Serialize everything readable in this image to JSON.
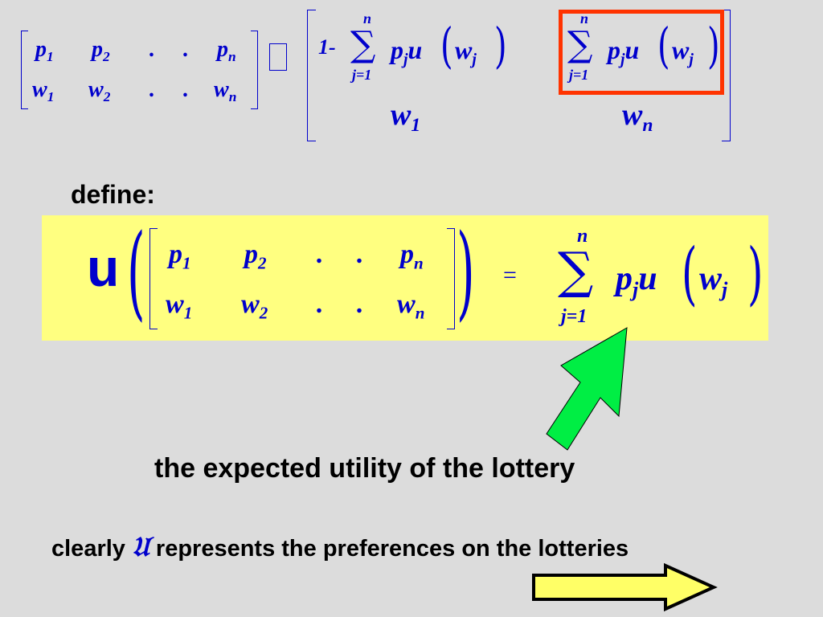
{
  "top_matrix": {
    "row1": [
      "p",
      "1",
      "p",
      "2",
      ".",
      ".",
      "p",
      "n"
    ],
    "row2": [
      "w",
      "1",
      "w",
      "2",
      ".",
      ".",
      "w",
      "n"
    ]
  },
  "top_result": {
    "left_prefix": "1-",
    "sum_upper": "n",
    "sum_lower": "j=1",
    "term_p": "p",
    "term_j": "j",
    "term_u": "u",
    "term_w": "w",
    "bottom_left": "w",
    "bottom_left_sub": "1",
    "bottom_right": "w",
    "bottom_right_sub": "n"
  },
  "define_label": "define:",
  "definition": {
    "func": "u",
    "matrix_row1": [
      "p",
      "1",
      "p",
      "2",
      ".",
      ".",
      "p",
      "n"
    ],
    "matrix_row2": [
      "w",
      "1",
      "w",
      "2",
      ".",
      ".",
      "w",
      "n"
    ],
    "equals": "=",
    "sum_upper": "n",
    "sum_lower": "j=1",
    "term_p": "p",
    "term_j": "j",
    "term_u": "u",
    "term_w": "w"
  },
  "caption": "the expected utility of the lottery",
  "footer": {
    "prefix": "clearly",
    "symbol": "𝔘",
    "suffix": "represents the preferences on the lotteries"
  },
  "colors": {
    "math": "#0000cc",
    "highlight": "#ffff80",
    "red_box": "#ff3300",
    "green_arrow": "#00ee44",
    "yellow_arrow": "#ffff66"
  },
  "icons": {
    "up_arrow": "green-arrow-icon",
    "next_arrow": "yellow-right-arrow-icon"
  }
}
